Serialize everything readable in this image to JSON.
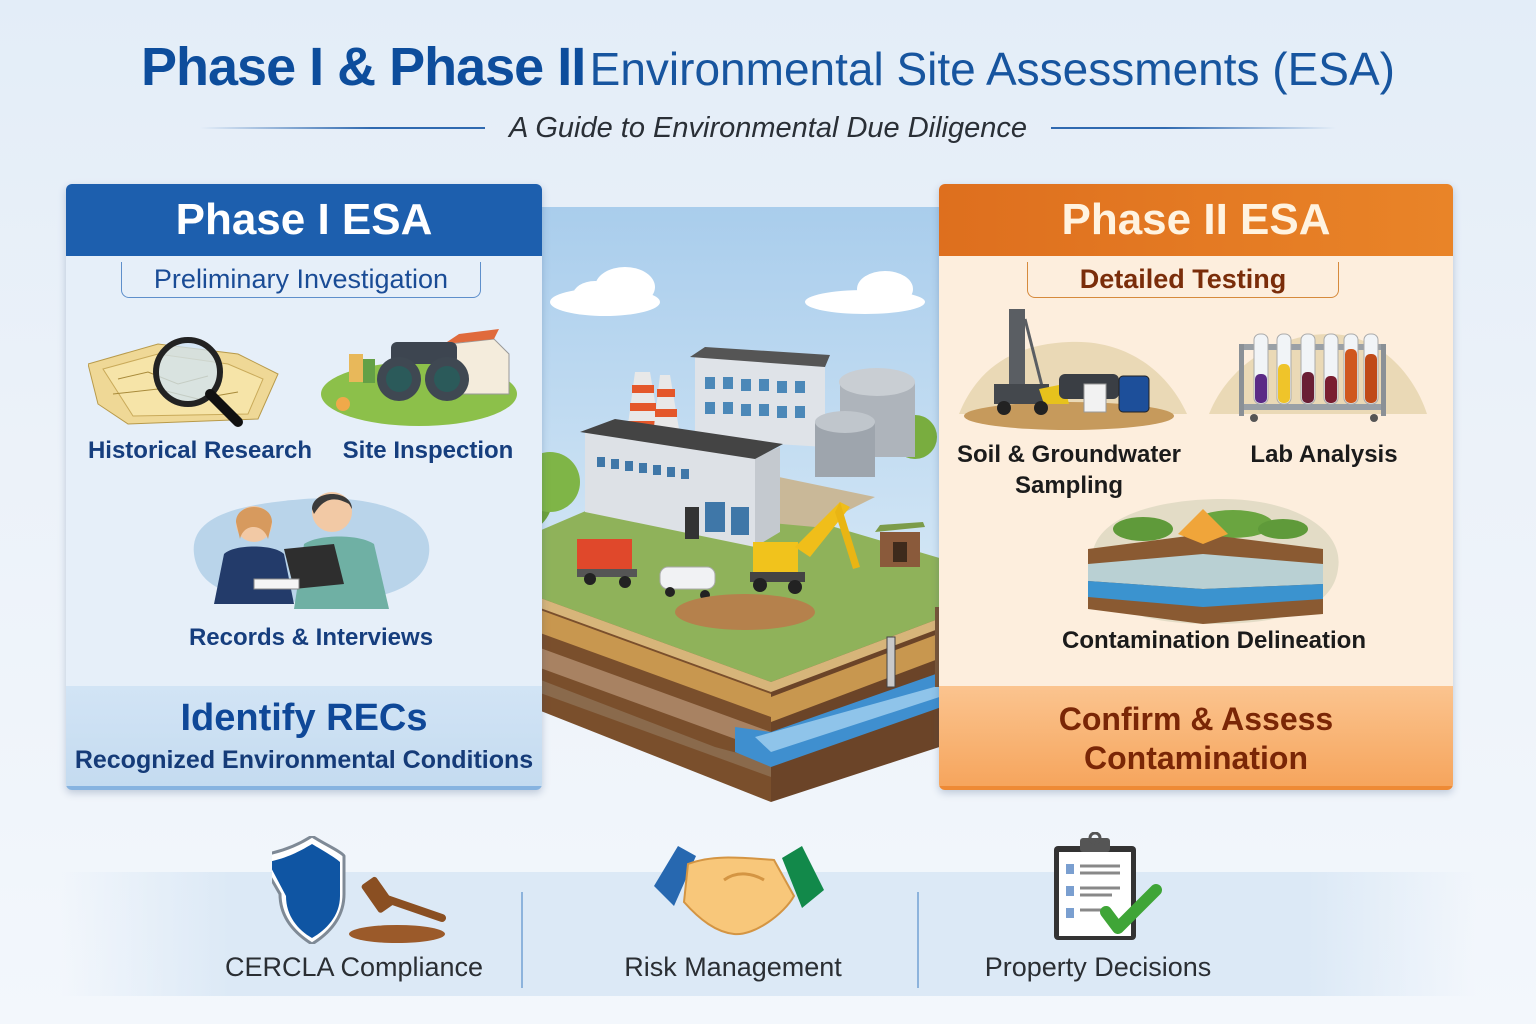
{
  "header": {
    "title_bold": "Phase I & Phase II",
    "title_light": "Environmental Site Assessments (ESA)",
    "subtitle": "A Guide to Environmental Due Diligence"
  },
  "phase1": {
    "title": "Phase I ESA",
    "tagline": "Preliminary Investigation",
    "items": [
      {
        "label": "Historical Research",
        "icon": "map-magnifier-icon"
      },
      {
        "label": "Site Inspection",
        "icon": "binoculars-icon"
      },
      {
        "label": "Records & Interviews",
        "icon": "people-interview-icon"
      }
    ],
    "outcome_title": "Identify RECs",
    "outcome_subtitle": "Recognized Environmental Conditions",
    "color": "#1d5fae"
  },
  "phase2": {
    "title": "Phase II ESA",
    "tagline": "Detailed Testing",
    "items": [
      {
        "label_line1": "Soil & Groundwater",
        "label_line2": "Sampling",
        "icon": "drill-rig-icon"
      },
      {
        "label": "Lab Analysis",
        "icon": "test-tubes-icon"
      },
      {
        "label": "Contamination Delineation",
        "icon": "soil-cross-section-icon"
      }
    ],
    "outcome_line1": "Confirm & Assess",
    "outcome_line2": "Contamination",
    "color": "#e37a24"
  },
  "center_illustration": {
    "icon": "industrial-site-cross-section-illustration"
  },
  "benefits": [
    {
      "label": "CERCLA Compliance",
      "icon": "shield-gavel-icon"
    },
    {
      "label": "Risk Management",
      "icon": "handshake-icon"
    },
    {
      "label": "Property Decisions",
      "icon": "clipboard-check-icon"
    }
  ]
}
